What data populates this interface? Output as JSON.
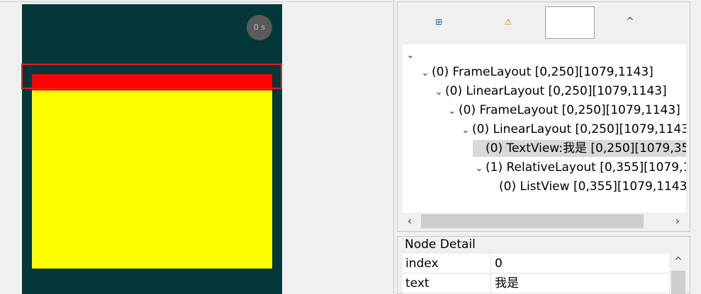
{
  "device": {
    "timer_label": "0 s"
  },
  "toolbar": {
    "expand_icon": "expand-all-icon",
    "warning_icon": "warning-icon",
    "up_icon": "chevron-up-icon"
  },
  "tree": {
    "nodes": [
      {
        "label": "(0) FrameLayout [0,250][1079,1143]",
        "depth": 1,
        "chevron": "⌄"
      },
      {
        "label": "(0) LinearLayout [0,250][1079,1143]",
        "depth": 2,
        "chevron": "⌄"
      },
      {
        "label": "(0) FrameLayout [0,250][1079,1143]",
        "depth": 3,
        "chevron": "⌄"
      },
      {
        "label": "(0) LinearLayout [0,250][1079,1143",
        "depth": 4,
        "chevron": "⌄"
      },
      {
        "label": "(0) TextView:我是 [0,250][1079,35",
        "depth": 5,
        "chevron": "",
        "selected": true
      },
      {
        "label": "(1) RelativeLayout [0,355][1079,1",
        "depth": 5,
        "chevron": "⌄"
      },
      {
        "label": "(0) ListView [0,355][1079,1143",
        "depth": 6,
        "chevron": ""
      }
    ]
  },
  "detail": {
    "title": "Node Detail",
    "rows": [
      {
        "key": "index",
        "value": "0"
      },
      {
        "key": "text",
        "value": "我是"
      }
    ]
  },
  "colors": {
    "device_bg": "#03373a",
    "red_bar": "#ff0000",
    "yellow_box": "#ffff00",
    "highlight": "#e02020"
  }
}
